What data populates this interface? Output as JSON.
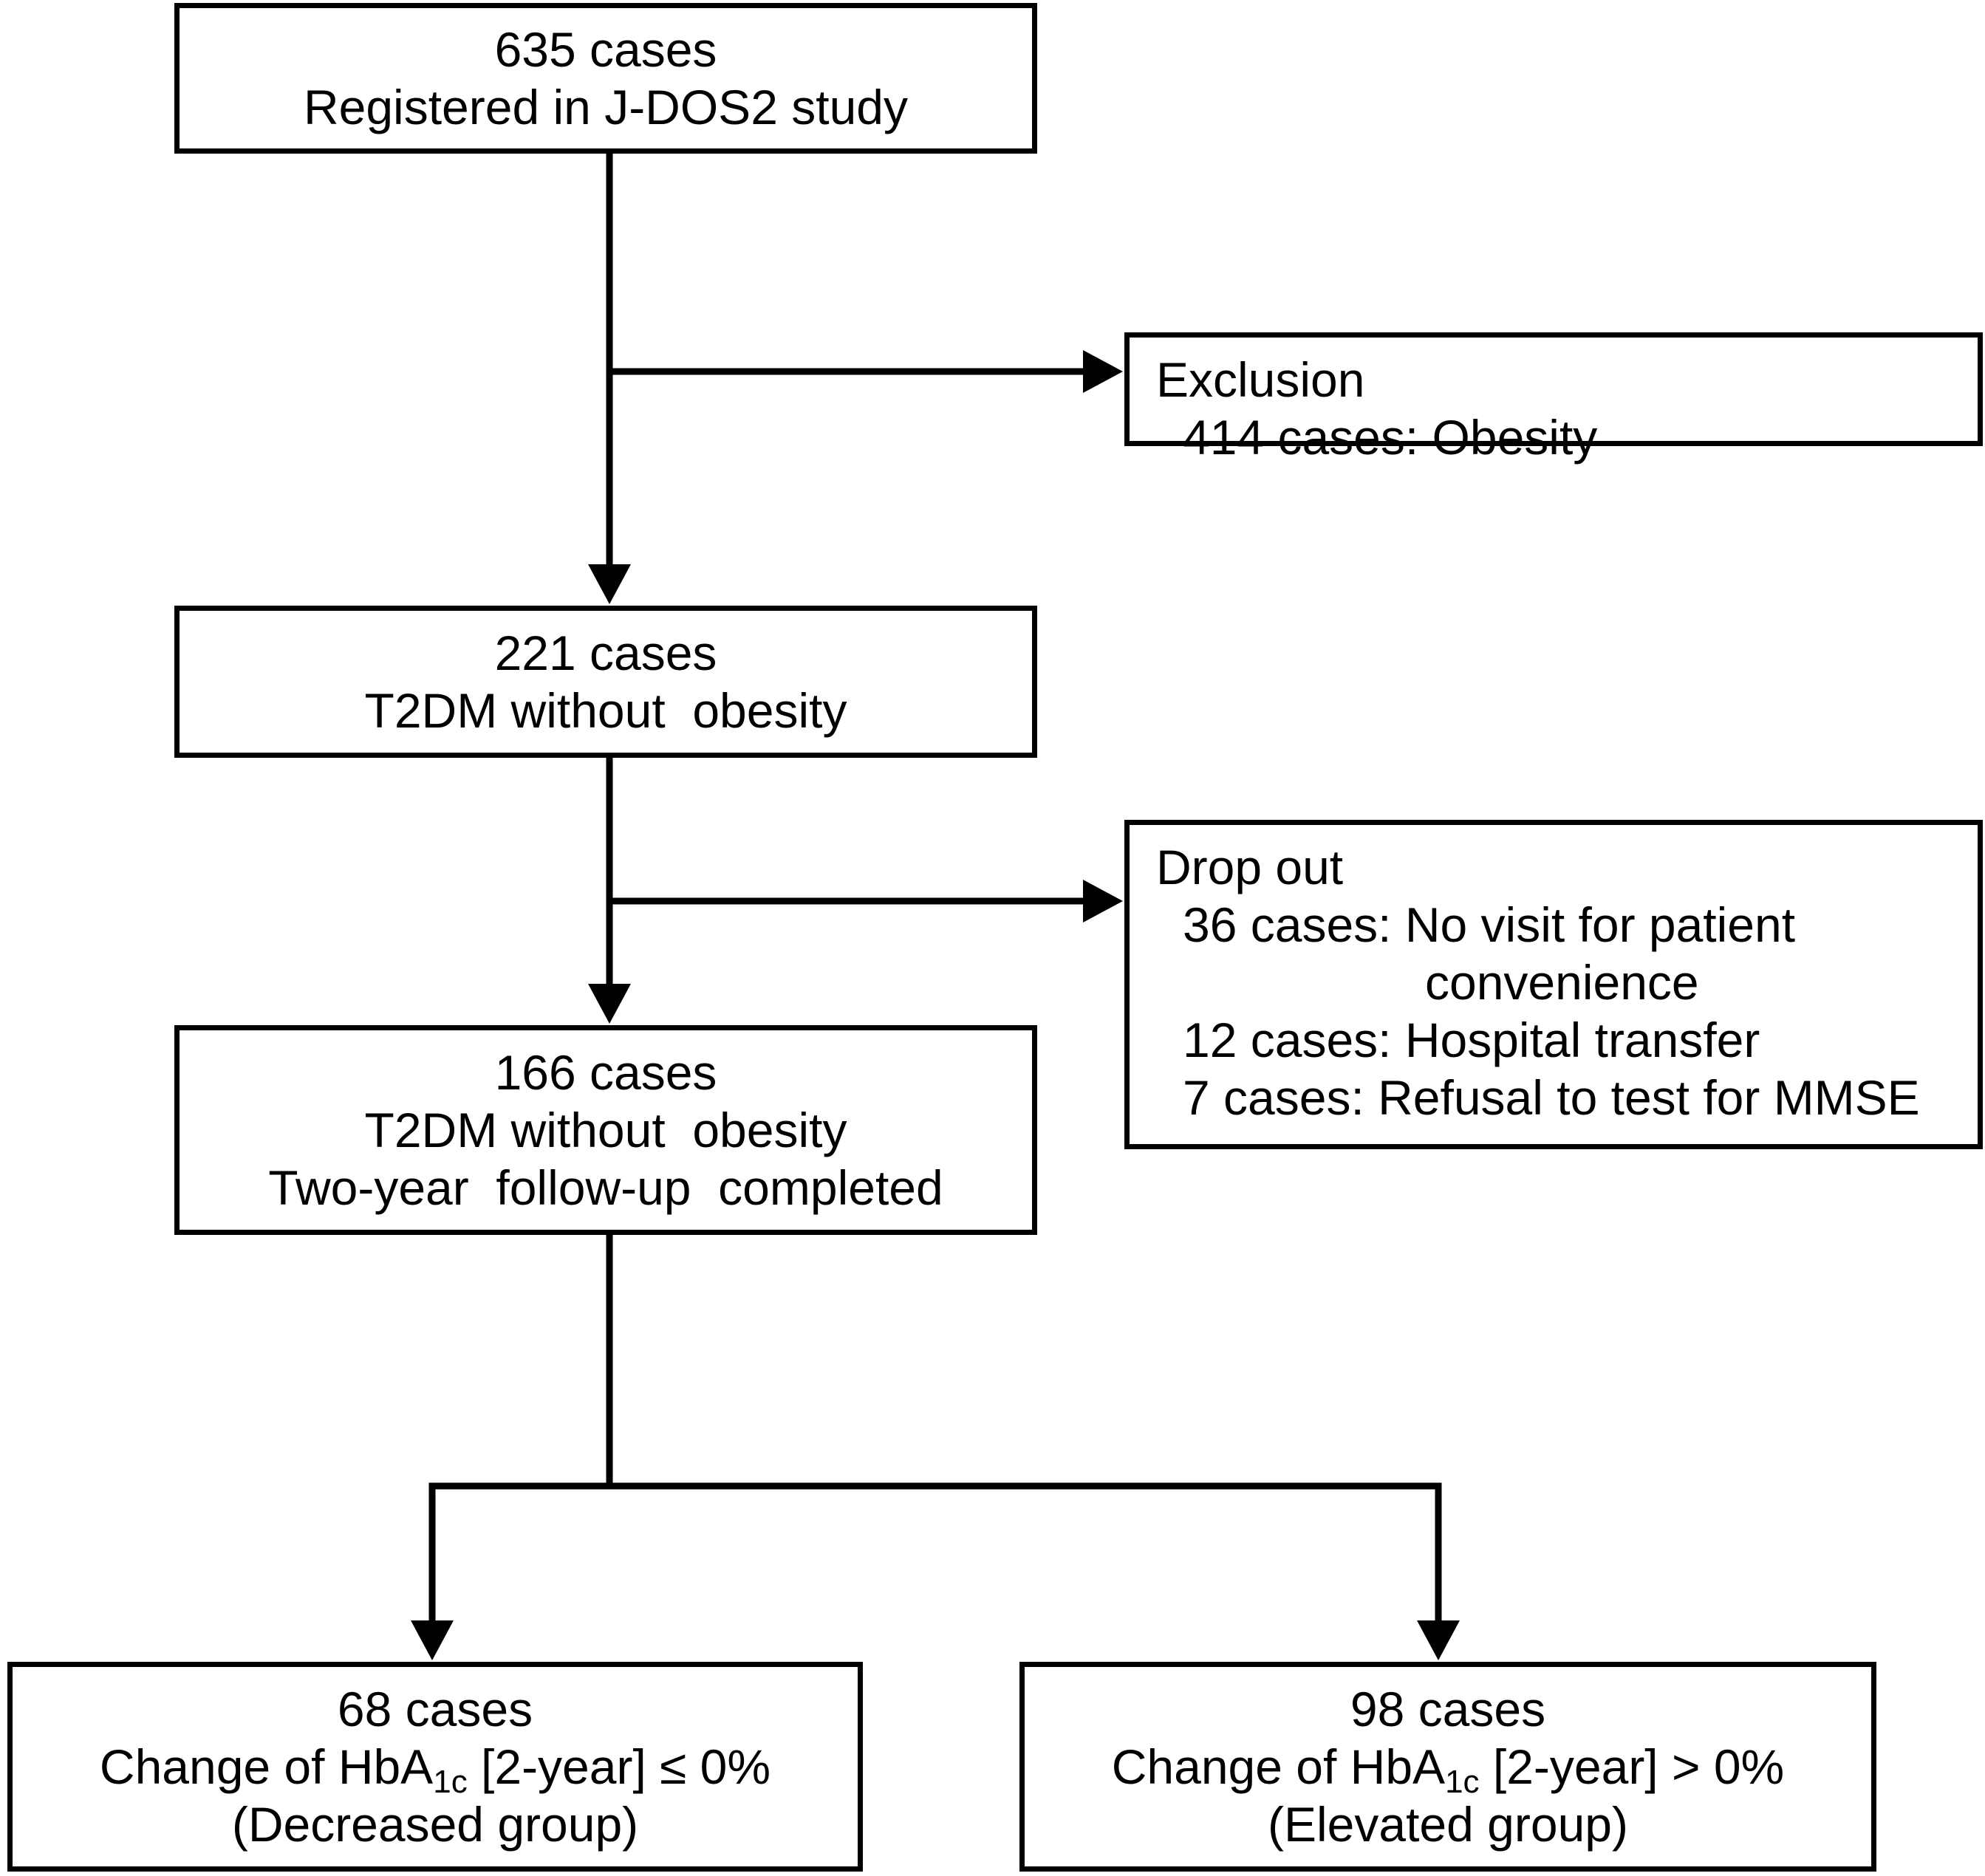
{
  "boxes": {
    "registered": {
      "count": "635 cases",
      "label": "Registered in J-DOS2 study"
    },
    "exclusion": {
      "title": "Exclusion",
      "item": "414 cases: Obesity"
    },
    "t2dm": {
      "count": "221 cases",
      "label": "T2DM without  obesity"
    },
    "dropout": {
      "title": "Drop out",
      "item1": "36 cases: No visit for patient",
      "item1_cont": "convenience",
      "item2": "12 cases: Hospital transfer",
      "item3": "7 cases: Refusal to test for MMSE"
    },
    "followup": {
      "count": "166 cases",
      "label": "T2DM without  obesity",
      "label2": "Two-year  follow-up  completed"
    },
    "decreased": {
      "count": "68 cases",
      "change_prefix": "Change of HbA",
      "change_sub": "1c",
      "change_suffix": " [2-year] ≤ 0%",
      "group": "(Decreased group)"
    },
    "elevated": {
      "count": "98 cases",
      "change_prefix": "Change of HbA",
      "change_sub": "1c",
      "change_suffix": " [2-year] > 0%",
      "group": "(Elevated group)"
    }
  }
}
